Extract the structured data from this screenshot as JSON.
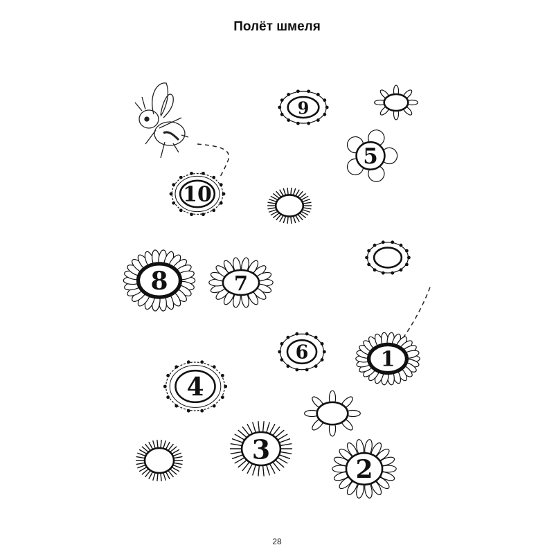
{
  "page": {
    "title": "Полёт шмеля",
    "page_number": "28"
  },
  "flowers": [
    {
      "label": "9"
    },
    {
      "label": ""
    },
    {
      "label": "5"
    },
    {
      "label": "10"
    },
    {
      "label": ""
    },
    {
      "label": ""
    },
    {
      "label": "8"
    },
    {
      "label": "7"
    },
    {
      "label": "6"
    },
    {
      "label": "1"
    },
    {
      "label": "4"
    },
    {
      "label": ""
    },
    {
      "label": ""
    },
    {
      "label": "3"
    },
    {
      "label": "2"
    }
  ],
  "colors": {
    "ink": "#111111",
    "paper": "#ffffff"
  }
}
